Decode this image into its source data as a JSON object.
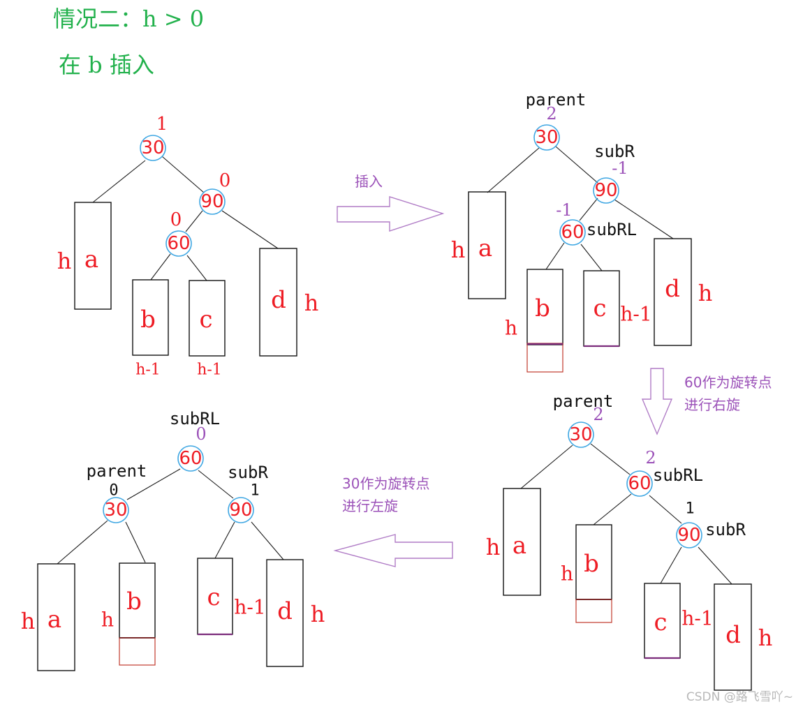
{
  "header": {
    "line1": "情况二：h > 0",
    "line2": "在 b 插入"
  },
  "arrows": {
    "insert": "插入",
    "right_rotate_1": "60作为旋转点",
    "right_rotate_2": "进行右旋",
    "left_rotate_1": "30作为旋转点",
    "left_rotate_2": "进行左旋"
  },
  "watermark": "CSDN @路飞雪吖~",
  "panel1": {
    "nodes": {
      "n30": "30",
      "n90": "90",
      "n60": "60"
    },
    "bf": {
      "n30": "1",
      "n90": "0",
      "n60": "0"
    },
    "subtrees": {
      "a": "a",
      "b": "b",
      "c": "c",
      "d": "d"
    },
    "heights": {
      "a": "h",
      "d": "h",
      "b": "h-1",
      "c": "h-1"
    }
  },
  "panel2": {
    "labels": {
      "parent": "parent",
      "subR": "subR",
      "subRL": "subRL"
    },
    "nodes": {
      "n30": "30",
      "n90": "90",
      "n60": "60"
    },
    "bf": {
      "n30": "2",
      "n90": "-1",
      "n60": "-1"
    },
    "subtrees": {
      "a": "a",
      "b": "b",
      "c": "c",
      "d": "d"
    },
    "heights": {
      "a": "h",
      "d": "h",
      "b": "h",
      "c": "h-1"
    }
  },
  "panel3": {
    "labels": {
      "parent": "parent",
      "subR": "subR",
      "subRL": "subRL"
    },
    "nodes": {
      "n30": "30",
      "n60": "60",
      "n90": "90"
    },
    "bf": {
      "n30": "2",
      "n60": "2",
      "n90": "1"
    },
    "subtrees": {
      "a": "a",
      "b": "b",
      "c": "c",
      "d": "d"
    },
    "heights": {
      "a": "h",
      "b": "h",
      "c": "h-1",
      "d": "h"
    }
  },
  "panel4": {
    "labels": {
      "parent": "parent",
      "subR": "subR",
      "subRL": "subRL"
    },
    "nodes": {
      "n60": "60",
      "n30": "30",
      "n90": "90"
    },
    "bf": {
      "n60": "0",
      "n30": "0",
      "n90": "1"
    },
    "subtrees": {
      "a": "a",
      "b": "b",
      "c": "c",
      "d": "d"
    },
    "heights": {
      "a": "h",
      "b": "h",
      "c": "h-1",
      "d": "h"
    }
  }
}
